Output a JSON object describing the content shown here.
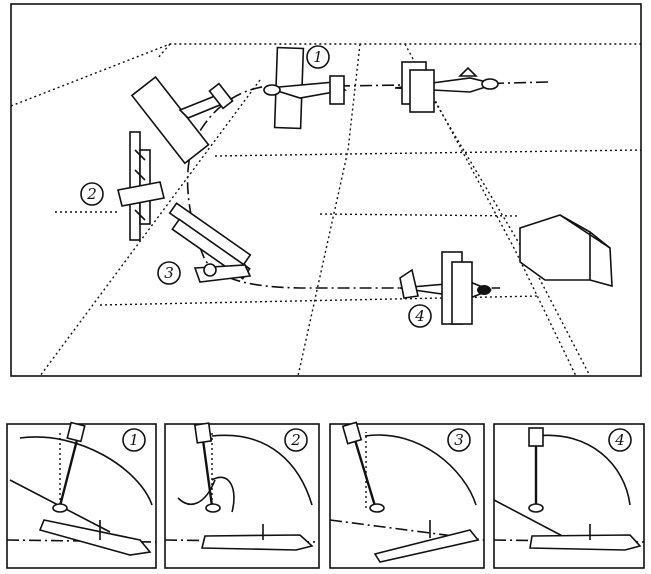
{
  "scene": {
    "step_labels": [
      "1",
      "2",
      "3",
      "4"
    ]
  },
  "stick_panels": {
    "labels": [
      "1",
      "2",
      "3",
      "4"
    ]
  }
}
